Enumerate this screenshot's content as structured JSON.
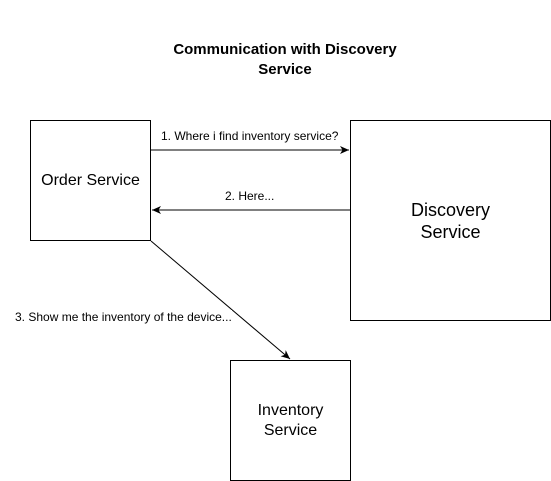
{
  "diagram": {
    "title": "Communication with  Discovery\nService",
    "nodes": {
      "order_service": "Order Service",
      "discovery_service": "Discovery\nService",
      "inventory_service": "Inventory\nService"
    },
    "edges": [
      {
        "from": "order_service",
        "to": "discovery_service",
        "label": "1. Where i find inventory service?"
      },
      {
        "from": "discovery_service",
        "to": "order_service",
        "label": "2. Here..."
      },
      {
        "from": "order_service",
        "to": "inventory_service",
        "label": "3. Show me the inventory of the device..."
      }
    ]
  }
}
